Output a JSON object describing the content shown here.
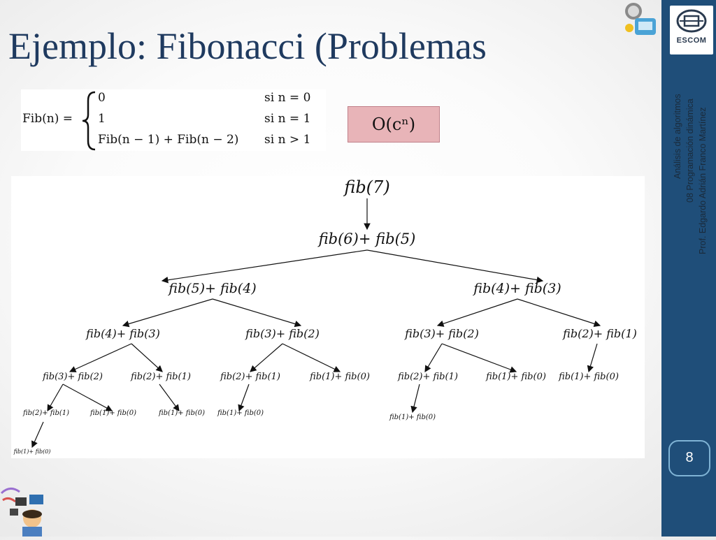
{
  "slide": {
    "title": "Ejemplo: Fibonacci (Problemas",
    "page_number": "8"
  },
  "sidebar": {
    "logo_text": "ESCOM",
    "lines": [
      "Análisis de algoritmos",
      "08 Programación dinámica",
      "Prof. Edgardo Adrián Franco Martínez"
    ]
  },
  "formula": {
    "lhs": "Fib(n) =",
    "cases": [
      {
        "value": "0",
        "condition": "si n = 0"
      },
      {
        "value": "1",
        "condition": "si n = 1"
      },
      {
        "value": "Fib(n − 1) + Fib(n − 2)",
        "condition": "si n > 1"
      }
    ]
  },
  "complexity": "O(cⁿ)",
  "tree": {
    "root": "fib(7)",
    "level1": "fib(6)+ fib(5)",
    "level2": [
      "fib(5)+ fib(4)",
      "fib(4)+ fib(3)"
    ],
    "level3": [
      "fib(4)+ fib(3)",
      "fib(3)+ fib(2)",
      "fib(3)+ fib(2)",
      "fib(2)+ fib(1)"
    ],
    "level4": [
      "fib(3)+ fib(2)",
      "fib(2)+ fib(1)",
      "fib(2)+ fib(1)",
      "fib(1)+ fib(0)",
      "fib(2)+ fib(1)",
      "fib(1)+ fib(0)",
      "fib(1)+ fib(0)"
    ],
    "level5": [
      "fib(2)+ fib(1)",
      "fib(1)+ fib(0)",
      "fib(1)+ fib(0)",
      "fib(1)+ fib(0)",
      "fib(1)+ fib(0)"
    ],
    "level6": [
      "fib(1)+ fib(0)"
    ]
  },
  "colors": {
    "sidebar": "#1f4e79",
    "title": "#1f3a5f",
    "complexity_box": "#e8b4b8"
  }
}
